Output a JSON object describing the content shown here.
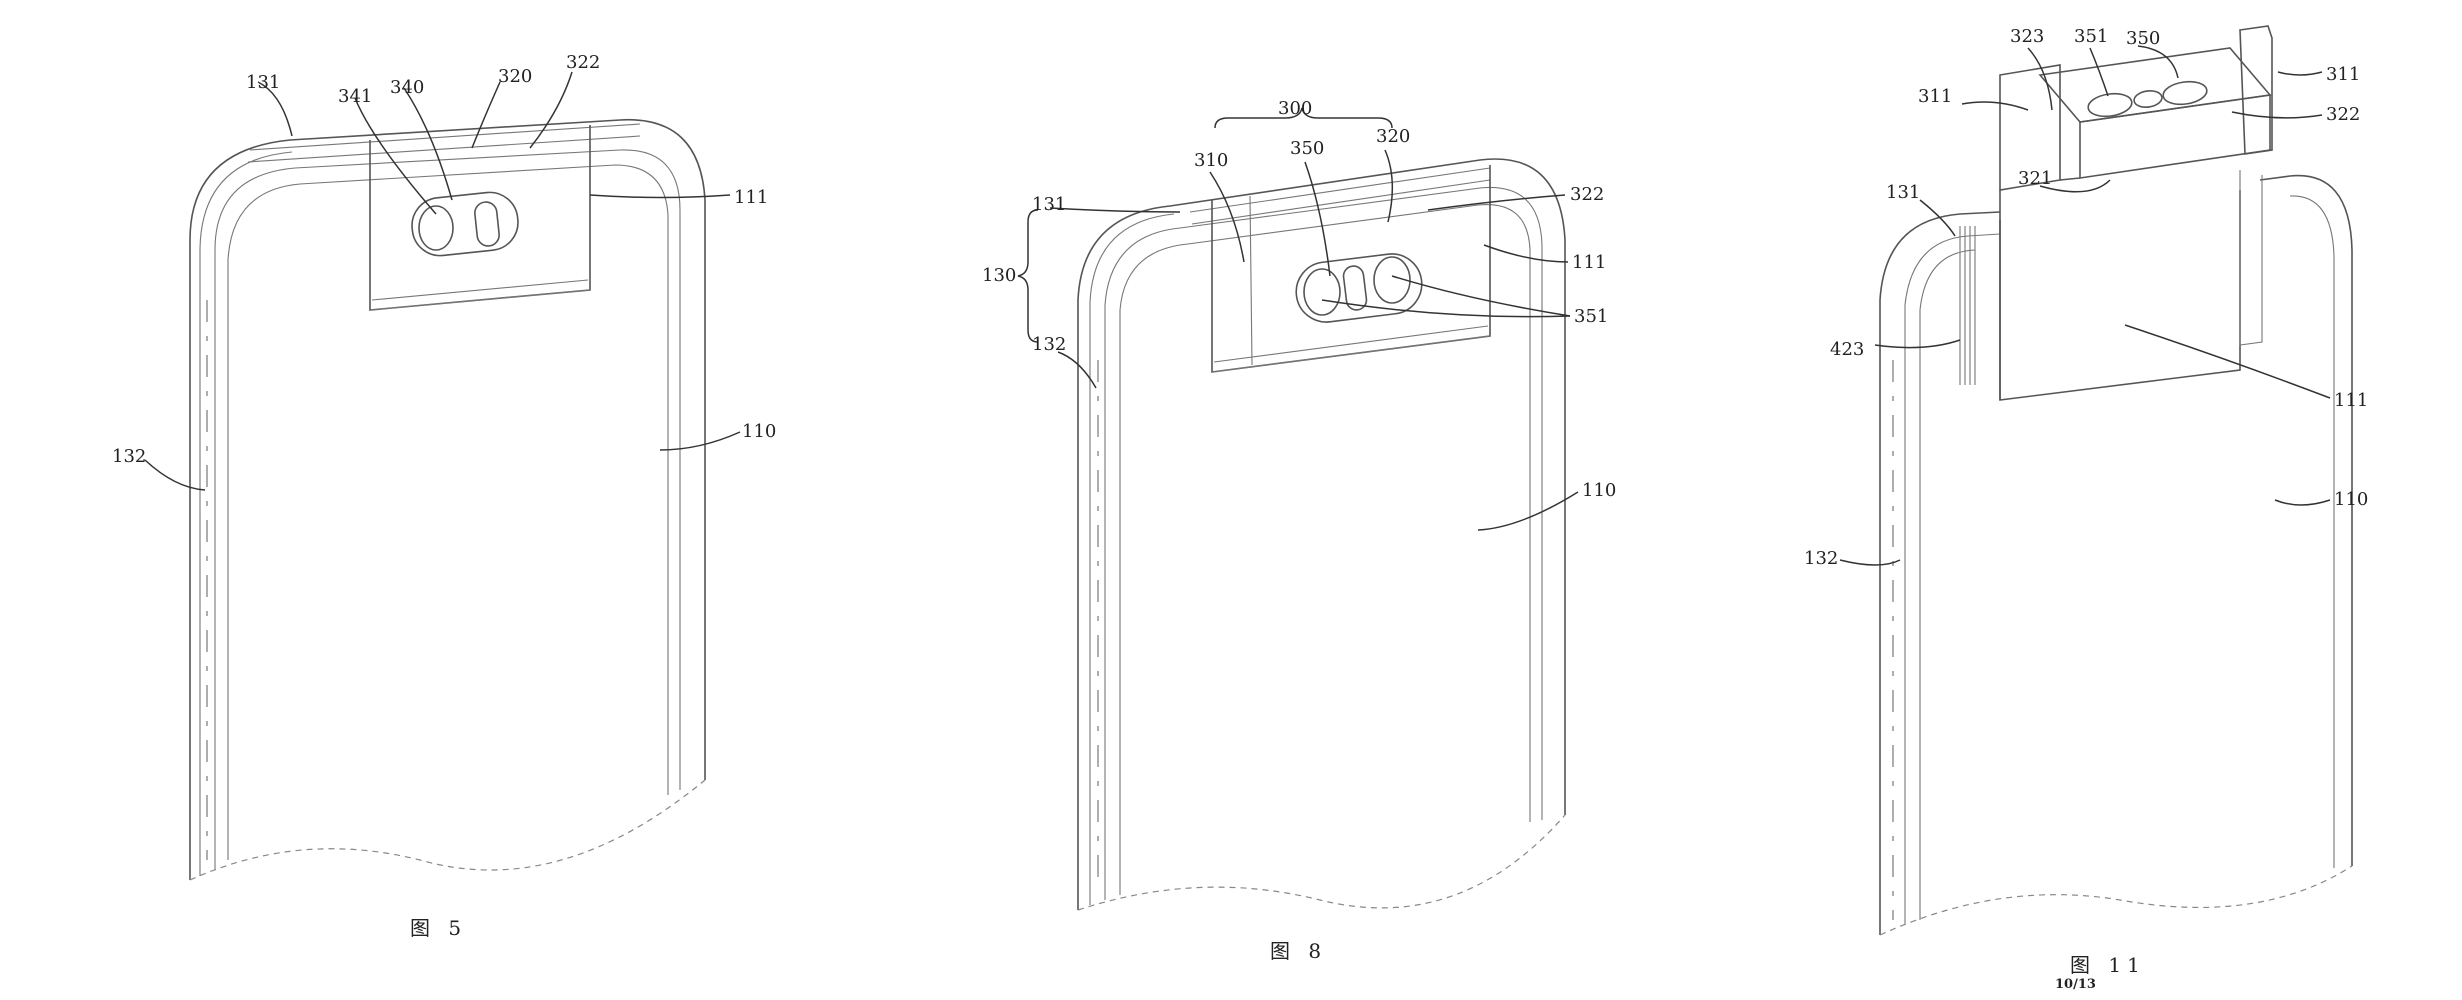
{
  "figures": [
    {
      "caption": "图 5",
      "labels": {
        "l131": "131",
        "l341": "341",
        "l340": "340",
        "l320": "320",
        "l322": "322",
        "l111": "111",
        "l132": "132",
        "l110": "110"
      }
    },
    {
      "caption": "图 8",
      "labels": {
        "l300": "300",
        "l310": "310",
        "l350": "350",
        "l320": "320",
        "l322": "322",
        "l131": "131",
        "l130": "130",
        "l111": "111",
        "l351": "351",
        "l132": "132",
        "l110": "110"
      }
    },
    {
      "caption": "图 11",
      "labels": {
        "l323": "323",
        "l351": "351",
        "l350": "350",
        "l311a": "311",
        "l311b": "311",
        "l322": "322",
        "l321": "321",
        "l131": "131",
        "l423": "423",
        "l111": "111",
        "l110": "110",
        "l132": "132"
      }
    }
  ],
  "page_number": "10/13"
}
